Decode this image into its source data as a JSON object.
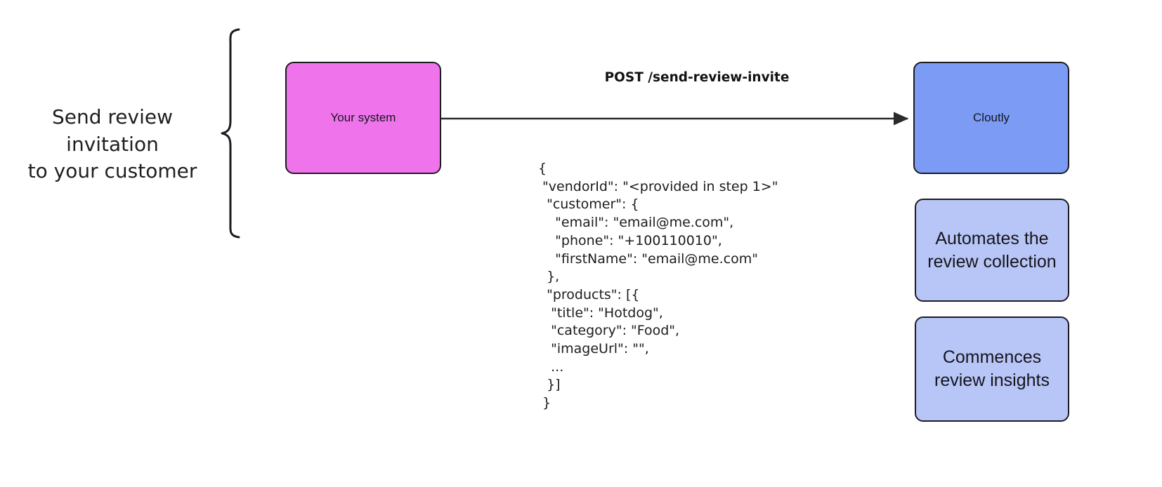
{
  "diagram": {
    "step_description": "Send review invitation\nto your customer",
    "request_label": "POST /send-review-invite",
    "nodes": {
      "your_system": {
        "label": "Your system",
        "color": "#ef74ec"
      },
      "cloutly": {
        "label": "Cloutly",
        "color": "#7b9bf5"
      },
      "automates": {
        "label": "Automates the\nreview collection",
        "color": "#b8c6f7"
      },
      "insights": {
        "label": "Commences\nreview insights",
        "color": "#b8c6f7"
      }
    },
    "payload_lines": [
      "{",
      " \"vendorId\": \"<provided in step 1>\"",
      "  \"customer\": {",
      "    \"email\": \"email@me.com\",",
      "    \"phone\": \"+100110010\",",
      "    \"firstName\": \"email@me.com\"",
      "  },",
      "  \"products\": [{",
      "   \"title\": \"Hotdog\",",
      "   \"category\": \"Food\",",
      "   \"imageUrl\": \"\",",
      "   ...",
      "  }]",
      " }"
    ],
    "colors": {
      "stroke": "#1b1b22",
      "arrow": "#2b2b2b",
      "text": "#1a1a1a",
      "background": "#ffffff"
    }
  }
}
